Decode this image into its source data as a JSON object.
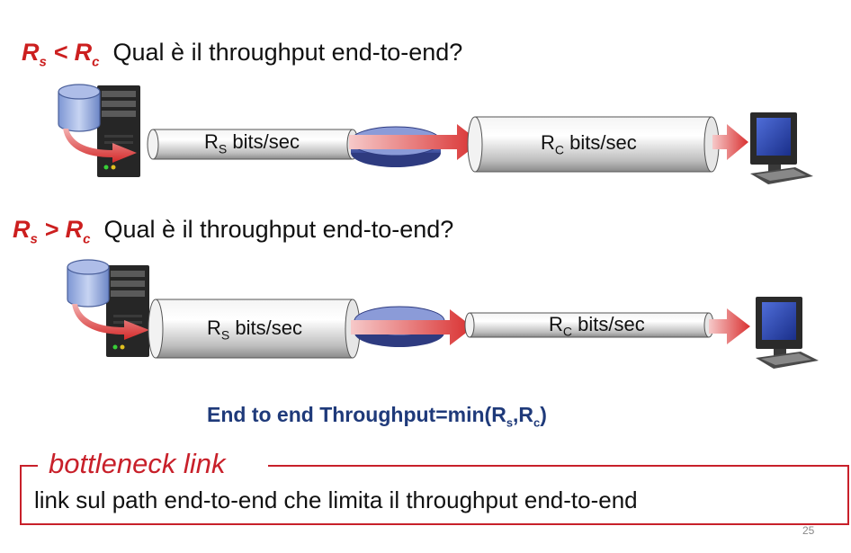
{
  "colors": {
    "condition": "#cc1f1f",
    "formula": "#1f3a7a",
    "bottleneck": "#c8202a"
  },
  "scenario1": {
    "cond_R1": "R",
    "cond_sub1": "s",
    "cond_op": "<",
    "cond_R2": "R",
    "cond_sub2": "c",
    "question": "Qual è il throughput end-to-end?",
    "pipe1_main": "R",
    "pipe1_sub": "S",
    "pipe1_rest": "bits/sec",
    "pipe2_main": "R",
    "pipe2_sub": "C",
    "pipe2_rest": "bits/sec"
  },
  "scenario2": {
    "cond_R1": "R",
    "cond_sub1": "s",
    "cond_op": ">",
    "cond_R2": "R",
    "cond_sub2": "c",
    "question": "Qual è il throughput end-to-end?",
    "pipe1_main": "R",
    "pipe1_sub": "S",
    "pipe1_rest": "bits/sec",
    "pipe2_main": "R",
    "pipe2_sub": "C",
    "pipe2_rest": "bits/sec"
  },
  "formula": {
    "prefix": "End to end Throughput=min(R",
    "sub1": "s",
    "mid": ",R",
    "sub2": "c",
    "suffix": ")"
  },
  "bottleneck": {
    "title": "bottleneck link",
    "definition": "link sul path end-to-end che limita il throughput end-to-end"
  },
  "page_number": "25",
  "icons": [
    "database-icon",
    "server-icon",
    "router-icon",
    "computer-icon",
    "arrow-icon"
  ]
}
